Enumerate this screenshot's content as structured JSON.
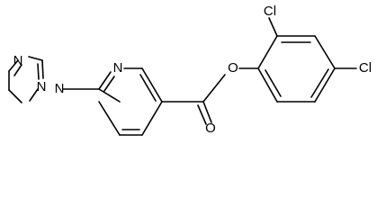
{
  "molecule": {
    "atoms": {
      "n_pyridine": "N",
      "n_tri_1": "N",
      "n_tri_2": "N",
      "n_tri_4": "N",
      "o_ester": "O",
      "o_carbonyl": "O",
      "cl_ortho": "Cl",
      "cl_para": "Cl"
    }
  }
}
